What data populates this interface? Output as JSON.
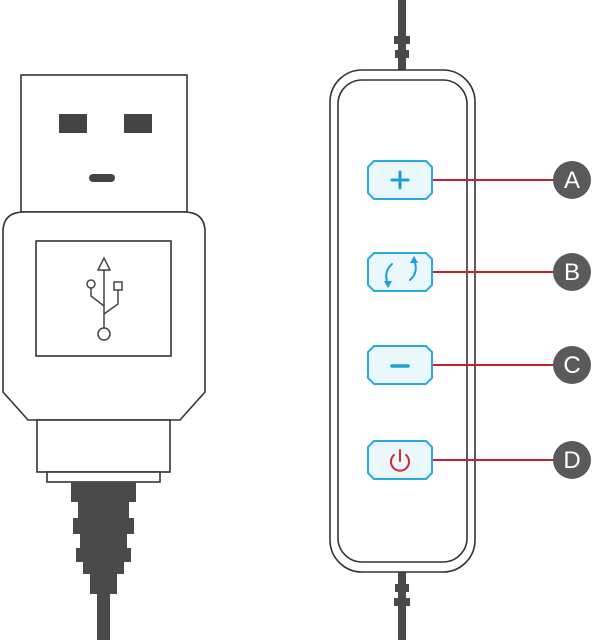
{
  "callouts": [
    {
      "letter": "A",
      "button": "plus",
      "icon": "plus-icon"
    },
    {
      "letter": "B",
      "button": "cycle",
      "icon": "cycle-arrows-icon"
    },
    {
      "letter": "C",
      "button": "minus",
      "icon": "minus-icon"
    },
    {
      "letter": "D",
      "button": "power",
      "icon": "power-icon"
    }
  ],
  "colors": {
    "outline": "#333333",
    "cable": "#4a4a4a",
    "button_border": "#29a8e0",
    "button_fill": "#eaf7fd",
    "button_icon": "#1e9fd9",
    "power_icon": "#d9262e",
    "leader_line": "#c8202a",
    "badge": "#5a5a5a",
    "badge_text": "#ffffff"
  }
}
